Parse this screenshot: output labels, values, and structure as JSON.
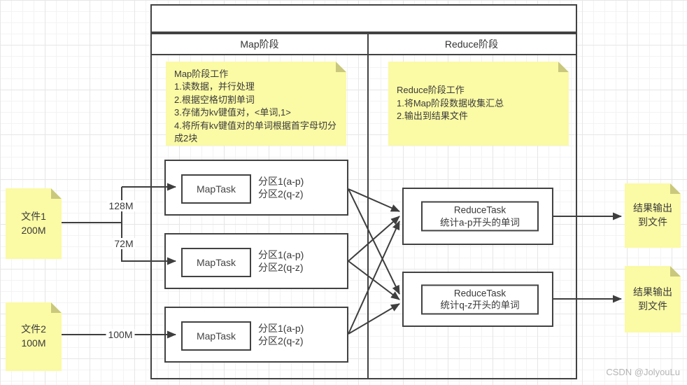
{
  "pool": {
    "title": "",
    "columns": [
      {
        "label": "Map阶段"
      },
      {
        "label": "Reduce阶段"
      }
    ]
  },
  "notes": {
    "map_work": {
      "text": "Map阶段工作\n1.读数据，并行处理\n2.根据空格切割单词\n3.存储为kv键值对，<单词,1>\n4.将所有kv键值对的单词根据首字母切分成2块"
    },
    "reduce_work": {
      "text": "Reduce阶段工作\n1.将Map阶段数据收集汇总\n2.输出到结果文件"
    },
    "file1": {
      "text": "文件1\n200M"
    },
    "file2": {
      "text": "文件2\n100M"
    },
    "output1": {
      "text": "结果输出\n到文件"
    },
    "output2": {
      "text": "结果输出\n到文件"
    }
  },
  "map_tasks": [
    {
      "label": "MapTask",
      "partitions": "分区1(a-p)\n分区2(q-z)"
    },
    {
      "label": "MapTask",
      "partitions": "分区1(a-p)\n分区2(q-z)"
    },
    {
      "label": "MapTask",
      "partitions": "分区1(a-p)\n分区2(q-z)"
    }
  ],
  "reduce_tasks": [
    {
      "text": "ReduceTask\n统计a-p开头的单词"
    },
    {
      "text": "ReduceTask\n统计q-z开头的单词"
    }
  ],
  "edge_labels": {
    "file1_split1": "128M",
    "file1_split2": "72M",
    "file2_size": "100M"
  },
  "watermark": "CSDN @JolyouLu",
  "colors": {
    "line": "#3e3e3e",
    "border": "#424242",
    "note_fill": "#fbfaa5",
    "note_fold": "#c9c87c",
    "watermark": "#b5b5b5"
  }
}
